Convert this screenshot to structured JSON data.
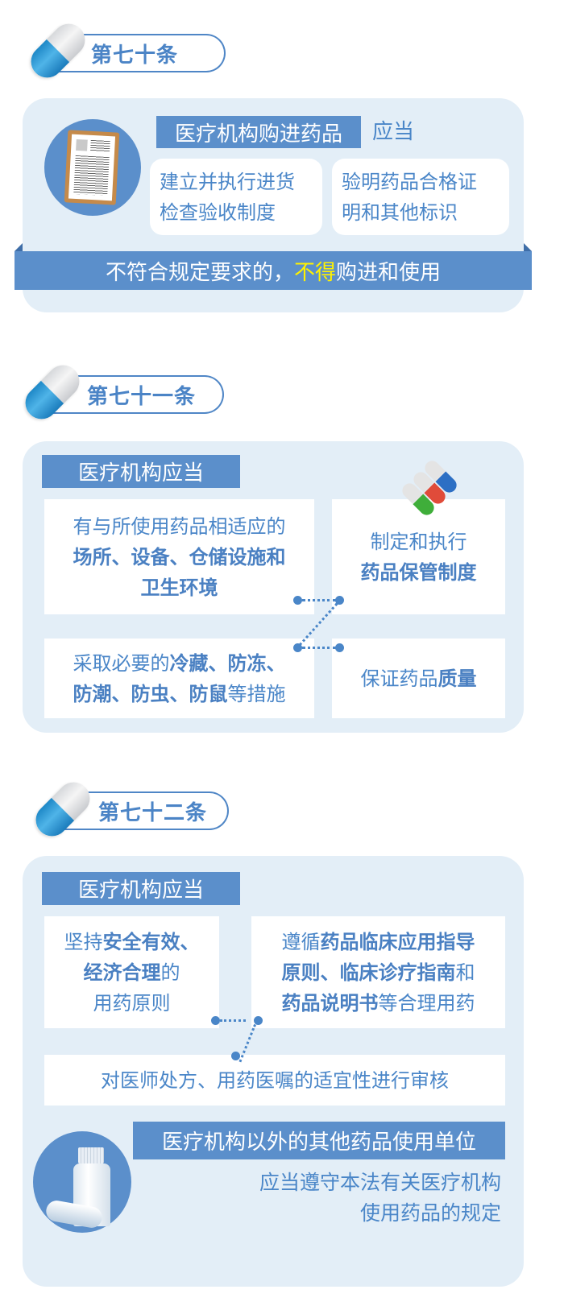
{
  "colors": {
    "primary_blue": "#5b8fcb",
    "text_blue": "#4a86c8",
    "card_bg": "#e3eef7",
    "highlight_yellow": "#fff200"
  },
  "sections": [
    {
      "title": "第七十条",
      "icon": "capsule-icon",
      "card": {
        "illustration": "clipboard-document-icon",
        "banner": "医疗机构购进药品",
        "banner_suffix": "应当",
        "boxes": [
          {
            "lines": [
              "建立并执行进货",
              "检查验收制度"
            ]
          },
          {
            "lines": [
              "验明药品合格证",
              "明和其他标识"
            ]
          }
        ],
        "ribbon": {
          "before": "不符合规定要求的，",
          "highlight": "不得",
          "after": "购进和使用"
        }
      }
    },
    {
      "title": "第七十一条",
      "icon": "capsule-icon",
      "card": {
        "banner": "医疗机构应当",
        "illustration": "colored-capsules-icon",
        "boxes": [
          {
            "line1": "有与所使用药品相适应的",
            "line2_bold": "场所、设备、仓储设施和",
            "line3_bold": "卫生环境"
          },
          {
            "line1": "制定和执行",
            "line2_bold": "药品保管制度"
          },
          {
            "l1_normal": "采取必要的",
            "l1_bold": "冷藏、防冻、",
            "l2_bold": "防潮、防虫、防鼠",
            "l2_normal": "等措施"
          },
          {
            "normal": "保证药品",
            "bold": "质量"
          }
        ]
      }
    },
    {
      "title": "第七十二条",
      "icon": "capsule-icon",
      "card": {
        "banner": "医疗机构应当",
        "boxes": [
          {
            "l1_normal": "坚持",
            "l1_bold": "安全有效、",
            "l2_bold": "经济合理",
            "l2_normal": "的",
            "l3_normal": "用药原则"
          },
          {
            "l1_normal": "遵循",
            "l1_bold": "药品临床应用指导",
            "l2_bold": "原则、临床诊疗指南",
            "l2_normal": "和",
            "l3_bold": "药品说明书",
            "l3_normal": "等合理用药"
          },
          {
            "text": "对医师处方、用药医嘱的适宜性进行审核"
          }
        ],
        "other_units": {
          "illustration": "medicine-bottle-icon",
          "banner": "医疗机构以外的其他药品使用单位",
          "lines": [
            "应当遵守本法有关医疗机构",
            "使用药品的规定"
          ]
        }
      }
    }
  ]
}
